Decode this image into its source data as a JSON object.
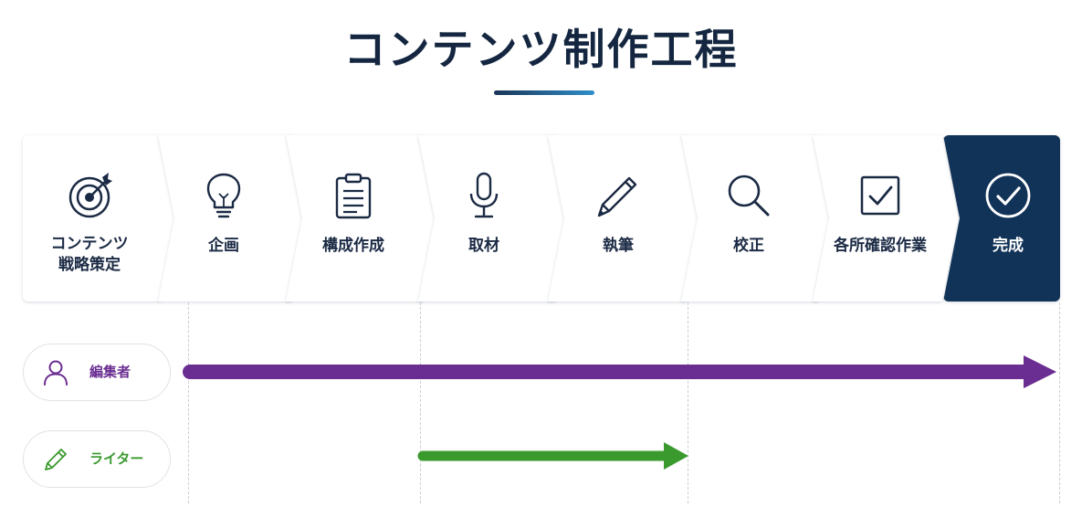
{
  "title": "コンテンツ制作工程",
  "steps": [
    {
      "label": "コンテンツ\n戦略策定",
      "icon": "target-icon"
    },
    {
      "label": "企画",
      "icon": "lightbulb-icon"
    },
    {
      "label": "構成作成",
      "icon": "clipboard-icon"
    },
    {
      "label": "取材",
      "icon": "microphone-icon"
    },
    {
      "label": "執筆",
      "icon": "pencil-icon"
    },
    {
      "label": "校正",
      "icon": "magnifier-icon"
    },
    {
      "label": "各所確認作業",
      "icon": "checkbox-icon"
    },
    {
      "label": "完成",
      "icon": "check-circle-icon"
    }
  ],
  "roles": [
    {
      "label": "編集者",
      "icon": "person-icon",
      "color": "#6a2d91",
      "from_step": 1,
      "to_step": 7
    },
    {
      "label": "ライター",
      "icon": "pencil-icon",
      "color": "#3a9a2e",
      "from_step": 3,
      "to_step": 5
    }
  ],
  "colors": {
    "dark_navy": "#123358",
    "title": "#142640",
    "editor": "#6a2d91",
    "writer": "#3a9a2e"
  }
}
